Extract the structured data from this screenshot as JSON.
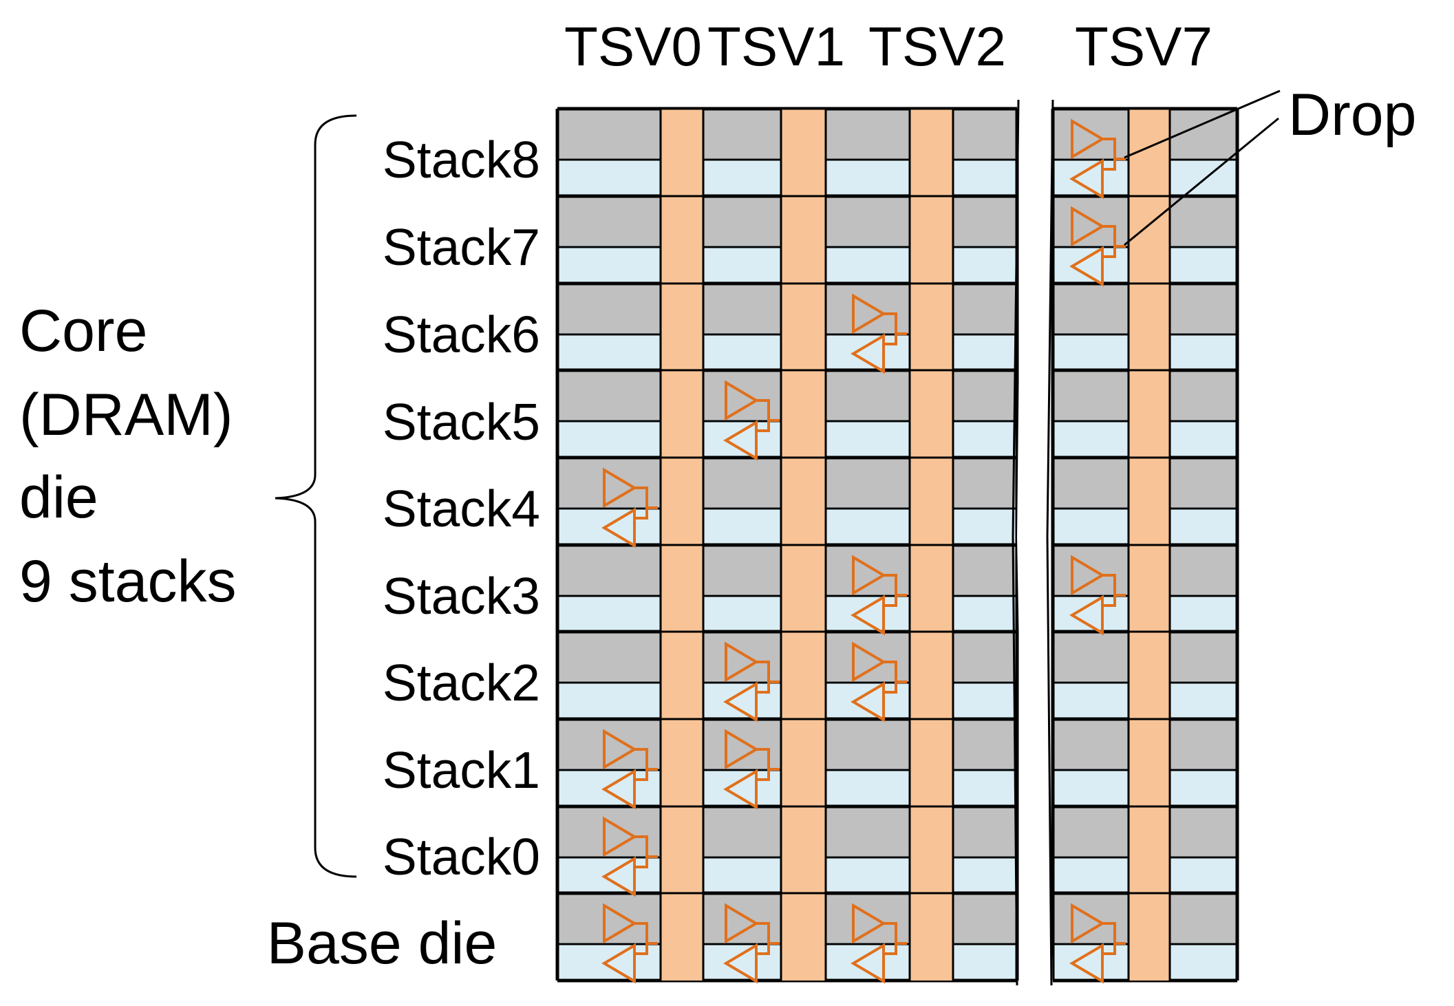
{
  "tsv_labels": [
    "TSV0",
    "TSV1",
    "TSV2",
    "TSV7"
  ],
  "stacks": [
    {
      "label": "Stack8",
      "drops": [
        "TSV7"
      ]
    },
    {
      "label": "Stack7",
      "drops": [
        "TSV7"
      ]
    },
    {
      "label": "Stack6",
      "drops": [
        "TSV2"
      ]
    },
    {
      "label": "Stack5",
      "drops": [
        "TSV1"
      ]
    },
    {
      "label": "Stack4",
      "drops": [
        "TSV0"
      ]
    },
    {
      "label": "Stack3",
      "drops": [
        "TSV2",
        "TSV7"
      ]
    },
    {
      "label": "Stack2",
      "drops": [
        "TSV1",
        "TSV2"
      ]
    },
    {
      "label": "Stack1",
      "drops": [
        "TSV0",
        "TSV1"
      ]
    },
    {
      "label": "Stack0",
      "drops": [
        "TSV0"
      ]
    },
    {
      "label": "Base die",
      "drops": [
        "TSV0",
        "TSV1",
        "TSV2",
        "TSV7"
      ]
    }
  ],
  "core_group_label": [
    "Core",
    "(DRAM)",
    "die",
    "9 stacks"
  ],
  "drop_label": "Drop",
  "drop_annotation_rows": [
    "Stack8",
    "Stack7"
  ],
  "colors": {
    "tsv": "#f8c396",
    "cell_upper": "#c0c0c0",
    "cell_lower": "#daedf4",
    "driver": "#e0701c",
    "border": "#000000"
  }
}
